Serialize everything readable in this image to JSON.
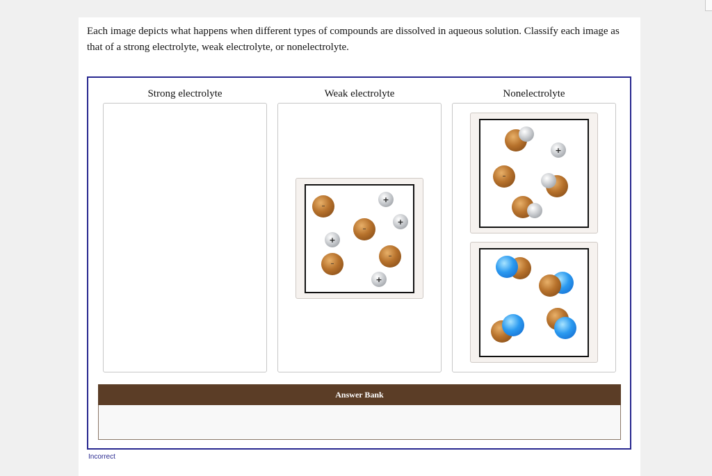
{
  "prompt": "Each image depicts what happens when different types of compounds are dissolved in aqueous solution. Classify each image as that of a strong electrolyte, weak electrolyte, or nonelectrolyte.",
  "bins": [
    {
      "label": "Strong electrolyte"
    },
    {
      "label": "Weak electrolyte"
    },
    {
      "label": "Nonelectrolyte"
    }
  ],
  "answer_bank": {
    "title": "Answer Bank"
  },
  "status": "Incorrect",
  "symbols": {
    "plus": "+",
    "minus": "–"
  },
  "colors": {
    "frame_border": "#27278f",
    "answer_bank_header": "#5b3d26",
    "anion": "#b7722c",
    "cation": "#c4c7cb",
    "blue_atom": "#2b9af0"
  }
}
